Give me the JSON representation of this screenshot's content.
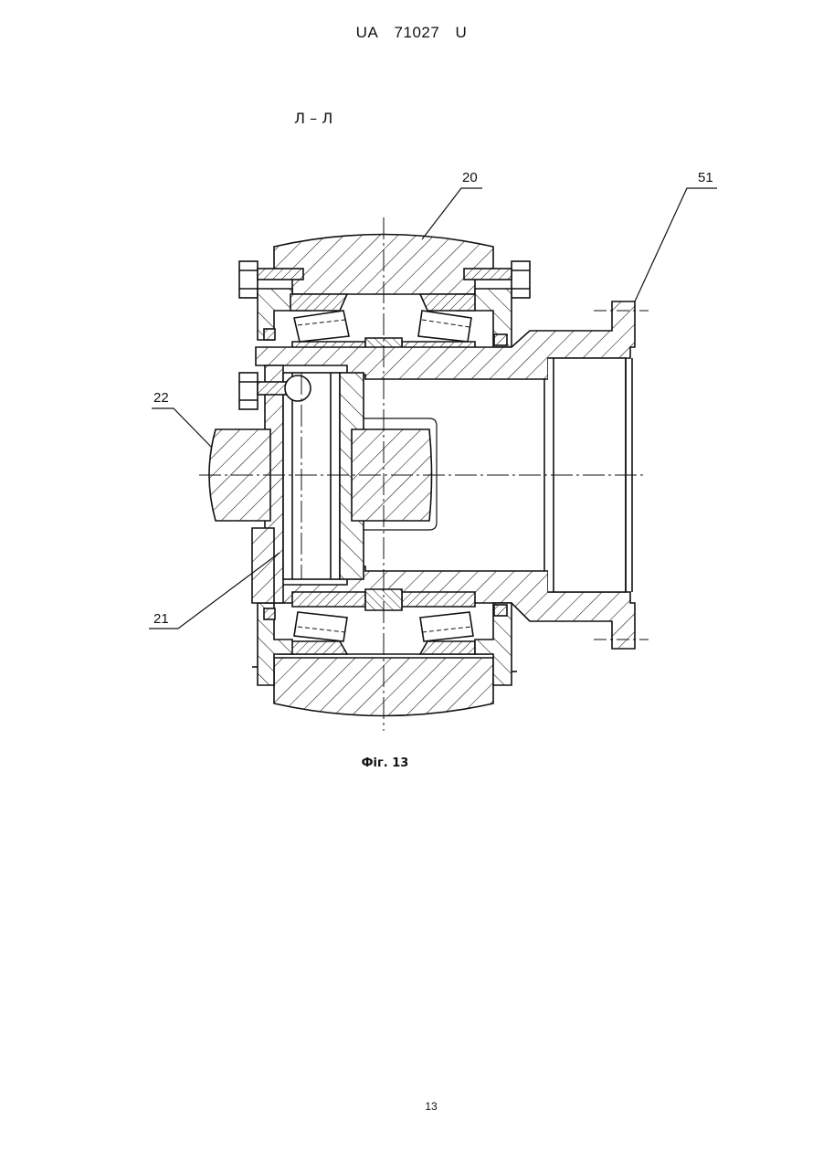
{
  "header": {
    "country": "UA",
    "number": "71027",
    "kind": "U"
  },
  "section_label": "Л – Л",
  "callouts": {
    "c20": "20",
    "c51": "51",
    "c22": "22",
    "c21": "21"
  },
  "caption": "Фіг. 13",
  "page_number": "13"
}
